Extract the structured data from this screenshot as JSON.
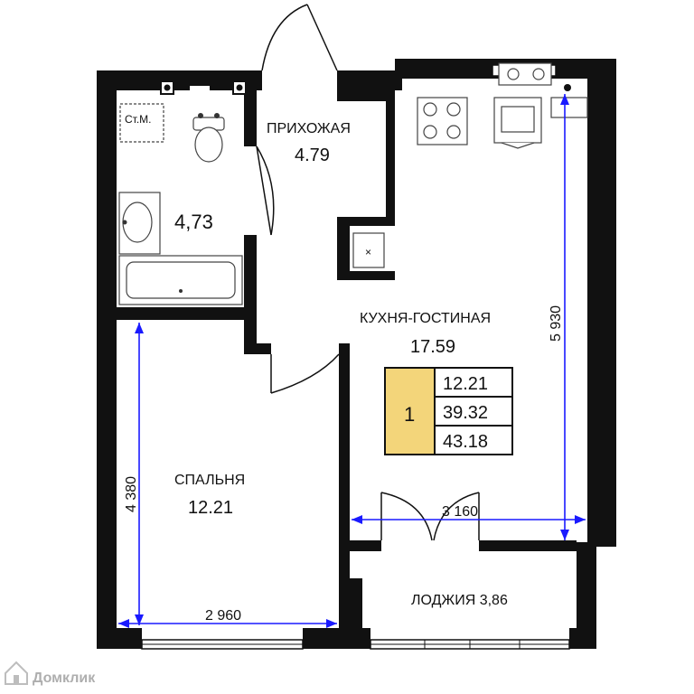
{
  "rooms": {
    "hallway": {
      "name": "ПРИХОЖАЯ",
      "area": "4.79"
    },
    "bathroom": {
      "area": "4,73",
      "washer": "Ст.М."
    },
    "kitchen_living": {
      "name": "КУХНЯ-ГОСТИНАЯ",
      "area": "17.59"
    },
    "bedroom": {
      "name": "СПАЛЬНЯ",
      "area": "12.21"
    },
    "loggia": {
      "name": "ЛОДЖИЯ 3,86"
    }
  },
  "summary": {
    "rooms_count": "1",
    "living_area": "12.21",
    "total_area": "39.32",
    "total_with_loggia": "43.18",
    "badge_color": "#f3d57a"
  },
  "dimensions": {
    "bedroom_width": "2 960",
    "bedroom_length": "4 380",
    "kitchen_width": "3 160",
    "kitchen_length": "5 930",
    "line_color": "#1a1aff"
  },
  "watermark": "Домклик"
}
